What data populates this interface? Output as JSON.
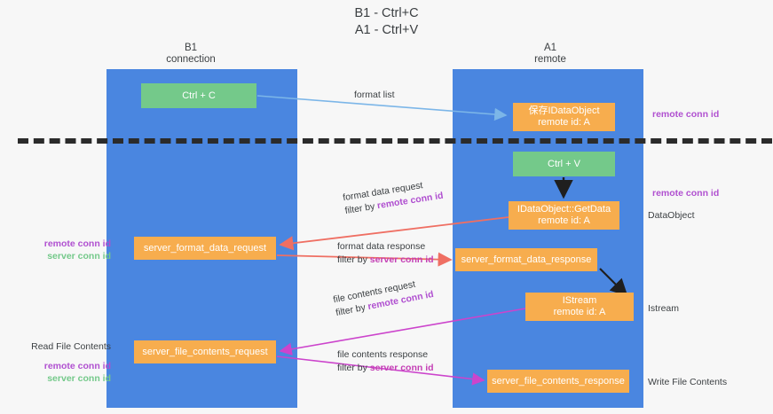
{
  "title": {
    "line1": "B1 - Ctrl+C",
    "line2": "A1 - Ctrl+V"
  },
  "columns": [
    {
      "name": "B1",
      "role": "connection"
    },
    {
      "name": "A1",
      "role": "remote"
    }
  ],
  "nodes": {
    "ctrl_c": {
      "label": "Ctrl + C",
      "color": "#74c98a",
      "lane": "B1"
    },
    "save_dataobject": {
      "label": "保存IDataObject",
      "sub": "remote id: A",
      "color": "#f7ad4e",
      "lane": "A1"
    },
    "ctrl_v": {
      "label": "Ctrl + V",
      "color": "#74c98a",
      "lane": "A1"
    },
    "getdata": {
      "label": "IDataObject::GetData",
      "sub": "remote id: A",
      "color": "#f7ad4e",
      "lane": "A1"
    },
    "format_data_request": {
      "label": "server_format_data_request",
      "color": "#f7ad4e",
      "lane": "B1"
    },
    "format_data_response": {
      "label": "server_format_data_response",
      "color": "#f7ad4e",
      "lane": "A1"
    },
    "istream": {
      "label": "IStream",
      "sub": "remote id: A",
      "color": "#f7ad4e",
      "lane": "A1"
    },
    "file_contents_request": {
      "label": "server_file_contents_request",
      "color": "#f7ad4e",
      "lane": "B1"
    },
    "file_contents_response": {
      "label": "server_file_contents_response",
      "color": "#f7ad4e",
      "lane": "A1"
    }
  },
  "edges": [
    {
      "id": "format_list",
      "line1": "format list",
      "filter_prefix": "",
      "filter_value": "",
      "color": "#7cb6e8"
    },
    {
      "id": "fmt_request",
      "line1": "format data request",
      "filter_prefix": "filter by",
      "filter_value": "remote conn id",
      "color": "#ef6f63"
    },
    {
      "id": "fmt_response",
      "line1": "format data response",
      "filter_prefix": "filter by",
      "filter_value": "server conn id",
      "color": "#ef6f63"
    },
    {
      "id": "file_request",
      "line1": "file contents request",
      "filter_prefix": "filter by",
      "filter_value": "remote conn id",
      "color": "#cc44cc"
    },
    {
      "id": "file_response",
      "line1": "file contents response",
      "filter_prefix": "filter by",
      "filter_value": "server conn id",
      "color": "#cc44cc"
    }
  ],
  "annotations": {
    "right": [
      {
        "id": "remote_top",
        "text": "remote conn id",
        "style": "remote"
      },
      {
        "id": "remote_mid",
        "text": "remote conn id",
        "style": "remote"
      },
      {
        "id": "dataobject",
        "text": "DataObject",
        "style": "plain"
      },
      {
        "id": "istream",
        "text": "Istream",
        "style": "plain"
      },
      {
        "id": "write_file",
        "text": "Write File Contents",
        "style": "plain"
      }
    ],
    "left": {
      "conn_remote": "remote conn id",
      "conn_server": "server conn id",
      "read_title": "Read File Contents",
      "read_remote": "remote conn id",
      "read_server": "server conn id"
    }
  },
  "colors": {
    "lane": "#4a86e0",
    "green": "#74c98a",
    "orange": "#f7ad4e",
    "remote_purple": "#b050d0",
    "server_green": "#74c98a",
    "server_magenta": "#c43fb5",
    "red_arrow": "#ef6f63",
    "blue_arrow": "#7cb6e8",
    "magenta_arrow": "#cc44cc",
    "black_arrow": "#1f1f1f",
    "separator": "#2b2b2b"
  }
}
